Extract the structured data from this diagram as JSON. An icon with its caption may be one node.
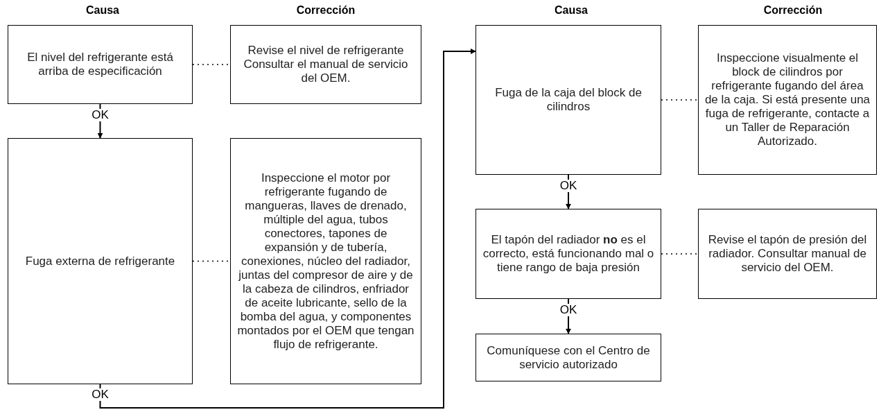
{
  "diagram": {
    "nodes": [
      {
        "text": [
          "El nivel del refrigerante está arriba de especificación"
        ]
      },
      {
        "text": [
          "Revise el nivel de refrigerante Consultar el manual de servicio del OEM."
        ]
      },
      {
        "text": [
          "Fuga externa de refrigerante"
        ]
      },
      {
        "text": [
          "Inspeccione el motor por refrigerante fugando de mangueras, llaves de drenado, múltiple del agua, tubos conectores, tapones de expansión y de tubería, conexiones, núcleo del radiador, juntas del compresor de aire y de la cabeza de cilindros, enfriador de aceite lubricante, sello de la bomba del agua, y componentes montados por el OEM que tengan flujo de refrigerante."
        ]
      },
      {
        "text": [
          "Fuga de la caja del block de cilindros"
        ]
      },
      {
        "text": [
          "Inspeccione visualmente el block de cilindros por refrigerante fugando del área de la caja. Si está presente una fuga de refrigerante, contacte a un Taller de Reparación Autorizado."
        ]
      },
      {
        "text": [
          "El tapón del radiador **no** es el correcto, está funcionando mal o tiene rango de baja presión"
        ]
      },
      {
        "text": [
          "Revise el tapón de presión del radiador. Consultar manual de servicio del OEM."
        ]
      },
      {
        "text": [
          "Comuníquese con el Centro de servicio autorizado"
        ]
      }
    ],
    "edges": [
      {
        "from": 0,
        "to": 2,
        "arrow": "to",
        "label": "OK"
      },
      {
        "from": 0,
        "to": 1,
        "arrow": "none",
        "style": "dashed"
      },
      {
        "from": 2,
        "to": 3,
        "arrow": "none",
        "style": "dashed"
      },
      {
        "from": 2,
        "to": 4,
        "arrow": "to",
        "label": "OK"
      },
      {
        "from": 4,
        "to": 5,
        "arrow": "none",
        "style": "dashed"
      },
      {
        "from": 4,
        "to": 6,
        "arrow": "to",
        "label": "OK"
      },
      {
        "from": 6,
        "to": 7,
        "arrow": "none",
        "style": "dashed"
      },
      {
        "from": 6,
        "to": 8,
        "arrow": "to",
        "label": "OK"
      }
    ],
    "labels": [
      "Causa",
      "Corrección",
      "Causa",
      "Corrección"
    ]
  }
}
